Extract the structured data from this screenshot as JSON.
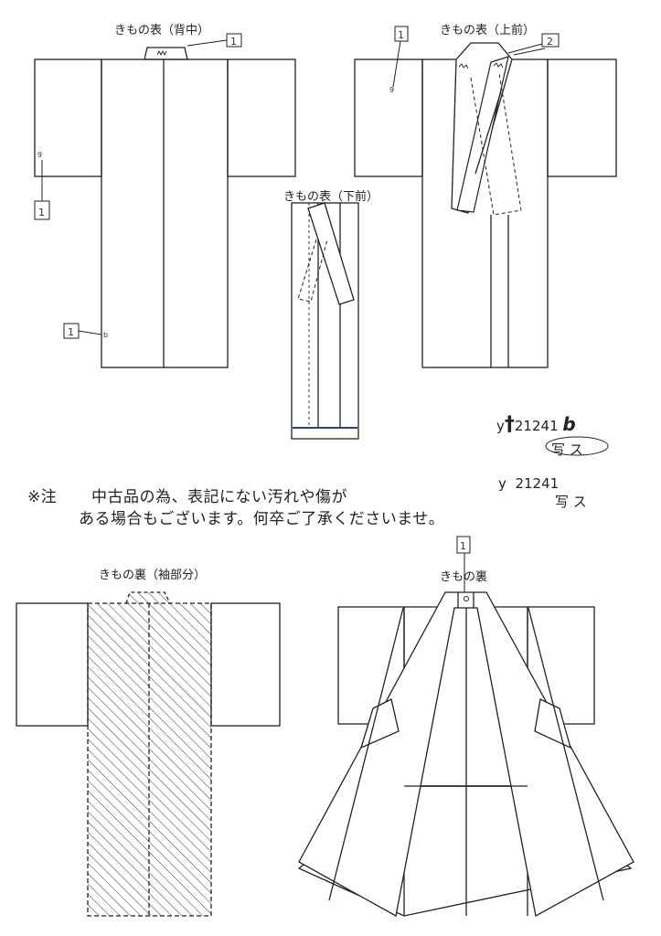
{
  "labels": {
    "back_front": "きもの表（背中）",
    "upper_front": "きもの表（上前）",
    "lower_front": "きもの表（下前）",
    "lining_sleeve": "きもの裏（袖部分）",
    "lining": "きもの裏"
  },
  "codes": {
    "code_b_prefix": "y",
    "code_b_cross": "†",
    "code_b_num": "21241",
    "code_b_suffix": "b",
    "code_b_sub": "写 ス",
    "code_a_prefix": "y",
    "code_a_num": "21241",
    "code_a_sub": "写 ス"
  },
  "note": {
    "mark": "※注",
    "line1": "中古品の為、表記にない汚れや傷が",
    "line2": "ある場合もございます。何卒ご了承くださいませ。"
  },
  "marks": {
    "box1": "1",
    "box2": "2",
    "small9": "9",
    "small_b": "b"
  }
}
